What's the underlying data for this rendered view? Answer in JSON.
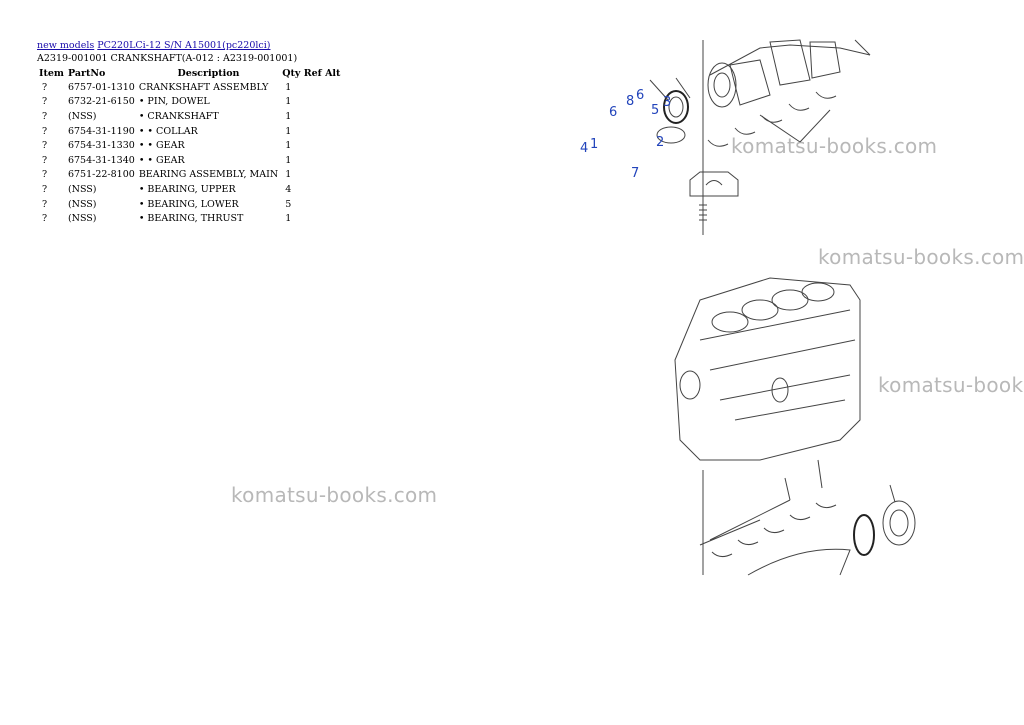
{
  "breadcrumb": {
    "link1": "new models",
    "link2": "PC220LCi-12 S/N A15001(pc220lci)"
  },
  "doc_title": "A2319-001001 CRANKSHAFT(A-012 : A2319-001001)",
  "table": {
    "headers": {
      "item": "Item",
      "partno": "PartNo",
      "description": "Description",
      "qty": "Qty",
      "ref": "Ref",
      "alt": "Alt"
    },
    "rows": [
      {
        "item": "?",
        "partno": "6757-01-1310",
        "description": "CRANKSHAFT ASSEMBLY",
        "qty": "1"
      },
      {
        "item": "?",
        "partno": "6732-21-6150",
        "description": "• PIN, DOWEL",
        "qty": "1"
      },
      {
        "item": "?",
        "partno": "(NSS)",
        "description": "• CRANKSHAFT",
        "qty": "1"
      },
      {
        "item": "?",
        "partno": "6754-31-1190",
        "description": "• • COLLAR",
        "qty": "1"
      },
      {
        "item": "?",
        "partno": "6754-31-1330",
        "description": "• • GEAR",
        "qty": "1"
      },
      {
        "item": "?",
        "partno": "6754-31-1340",
        "description": "• • GEAR",
        "qty": "1"
      },
      {
        "item": "?",
        "partno": "6751-22-8100",
        "description": "BEARING ASSEMBLY, MAIN",
        "qty": "1"
      },
      {
        "item": "?",
        "partno": "(NSS)",
        "description": "• BEARING, UPPER",
        "qty": "4"
      },
      {
        "item": "?",
        "partno": "(NSS)",
        "description": "• BEARING, LOWER",
        "qty": "5"
      },
      {
        "item": "?",
        "partno": "(NSS)",
        "description": "• BEARING, THRUST",
        "qty": "1"
      }
    ]
  },
  "watermark": "komatsu-books.com",
  "diagram": {
    "callouts": [
      "1",
      "2",
      "3",
      "4",
      "5",
      "6",
      "6",
      "7",
      "8"
    ]
  },
  "colors": {
    "link": "#1a0dab",
    "callout": "#2244bb",
    "watermark": "#b8b8b8"
  }
}
